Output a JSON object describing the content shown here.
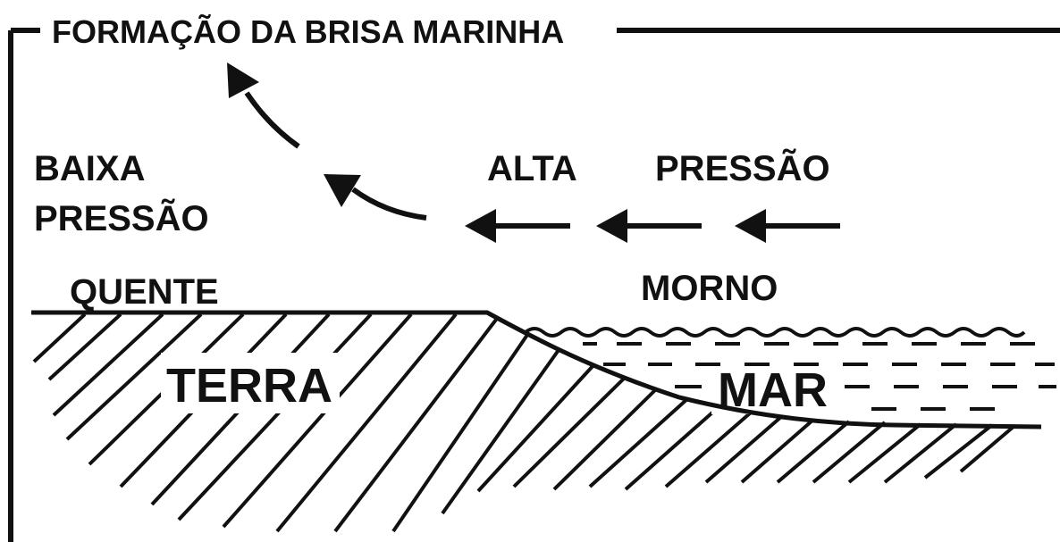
{
  "title": "FORMAÇÃO DA BRISA MARINHA",
  "labels": {
    "low_pressure_line1": "BAIXA",
    "low_pressure_line2": "PRESSÃO",
    "high_label": "ALTA",
    "pressure_label": "PRESSÃO",
    "hot_label": "QUENTE",
    "warm_label": "MORNO",
    "land_label": "TERRA",
    "sea_label": "MAR"
  },
  "colors": {
    "ink": "#111111",
    "background": "#ffffff"
  },
  "icons": [
    "arrow-left-icon",
    "curved-arrow-up-left-icon"
  ]
}
